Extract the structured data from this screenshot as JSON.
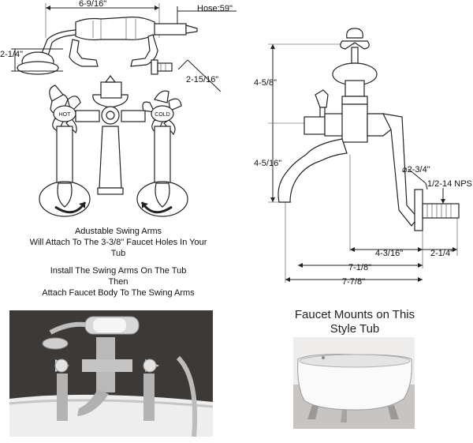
{
  "front_view": {
    "dim_width": "6-9/16\"",
    "dim_hose": "Hose:59\"",
    "dim_showerhead": "2-1/4\"",
    "dim_arm_offset": "2-15/16\"",
    "handle_hot": "HOT",
    "handle_cold": "COLD",
    "note_swing_arms": [
      "Adustable Swing Arms",
      "Will Attach To The 3-3/8\" Faucet Holes In Your",
      "Tub"
    ],
    "note_install": [
      "Install The Swing Arms On The Tub",
      "Then",
      "Attach Faucet Body To The Swing Arms"
    ]
  },
  "side_view": {
    "dim_upper_height": "4-5/8\"",
    "dim_lower_height": "4-5/16\"",
    "dim_flange": "⌀2-3/4\"",
    "dim_thread": "1/2-14 NPS",
    "dim_spout_reach": "4-3/16\"",
    "dim_thread_len": "2-1/4\"",
    "dim_overall_1": "7-1/8\"",
    "dim_overall_2": "7-7/8\""
  },
  "tub_caption": [
    "Faucet Mounts on This",
    "Style Tub"
  ],
  "colors": {
    "line": "#222222",
    "photo_bg": "#3a3634",
    "chrome": "#c9c9c9",
    "tub_wall": "#e6e4e2"
  }
}
